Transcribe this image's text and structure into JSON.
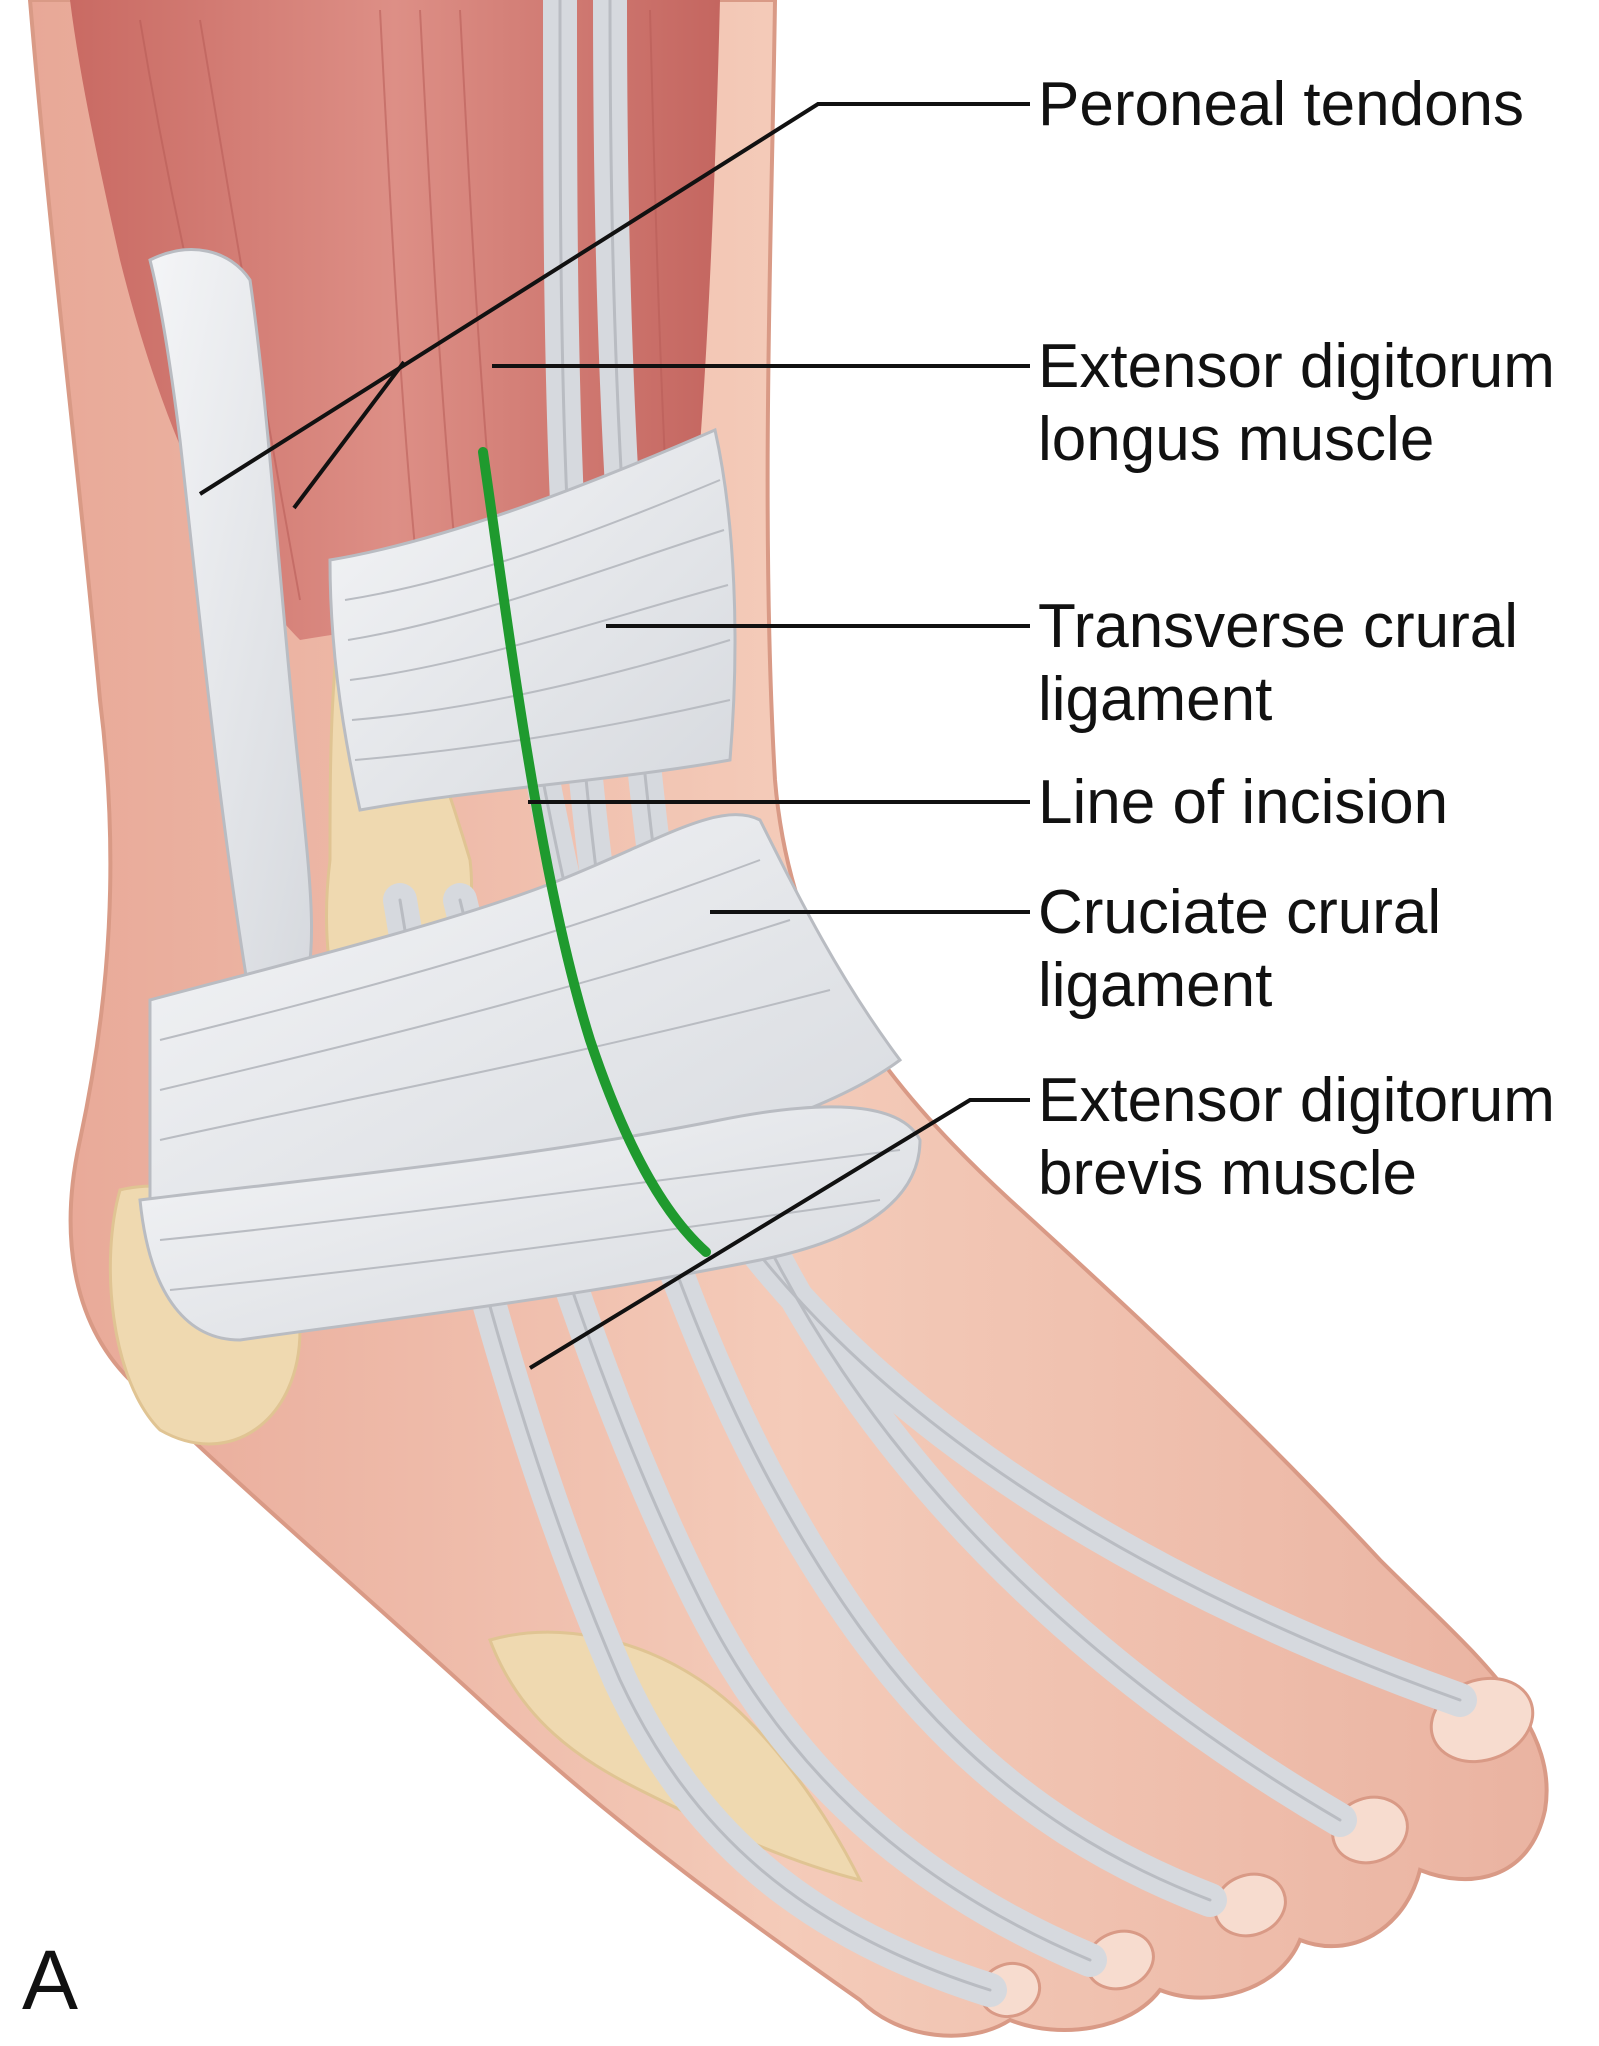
{
  "figure": {
    "panel_letter": "A",
    "labels": [
      {
        "id": "peroneal-tendons",
        "lines": [
          "Peroneal tendons"
        ]
      },
      {
        "id": "edl-muscle",
        "lines": [
          "Extensor digitorum",
          "longus muscle"
        ]
      },
      {
        "id": "transverse-crural-ligament",
        "lines": [
          "Transverse crural",
          "ligament"
        ]
      },
      {
        "id": "line-of-incision",
        "lines": [
          "Line of incision"
        ]
      },
      {
        "id": "cruciate-crural-ligament",
        "lines": [
          "Cruciate crural",
          "ligament"
        ]
      },
      {
        "id": "edb-muscle",
        "lines": [
          "Extensor digitorum",
          "brevis muscle"
        ]
      }
    ]
  },
  "colors": {
    "skin": "#f2c4b0",
    "skin_edge": "#d99a86",
    "muscle": "#cf7a72",
    "muscle_dark": "#b85c57",
    "tendon": "#e7e9ec",
    "tendon_line": "#b9bcc2",
    "bone": "#efd9b0",
    "incision": "#1f9a2e",
    "leader": "#111111"
  }
}
